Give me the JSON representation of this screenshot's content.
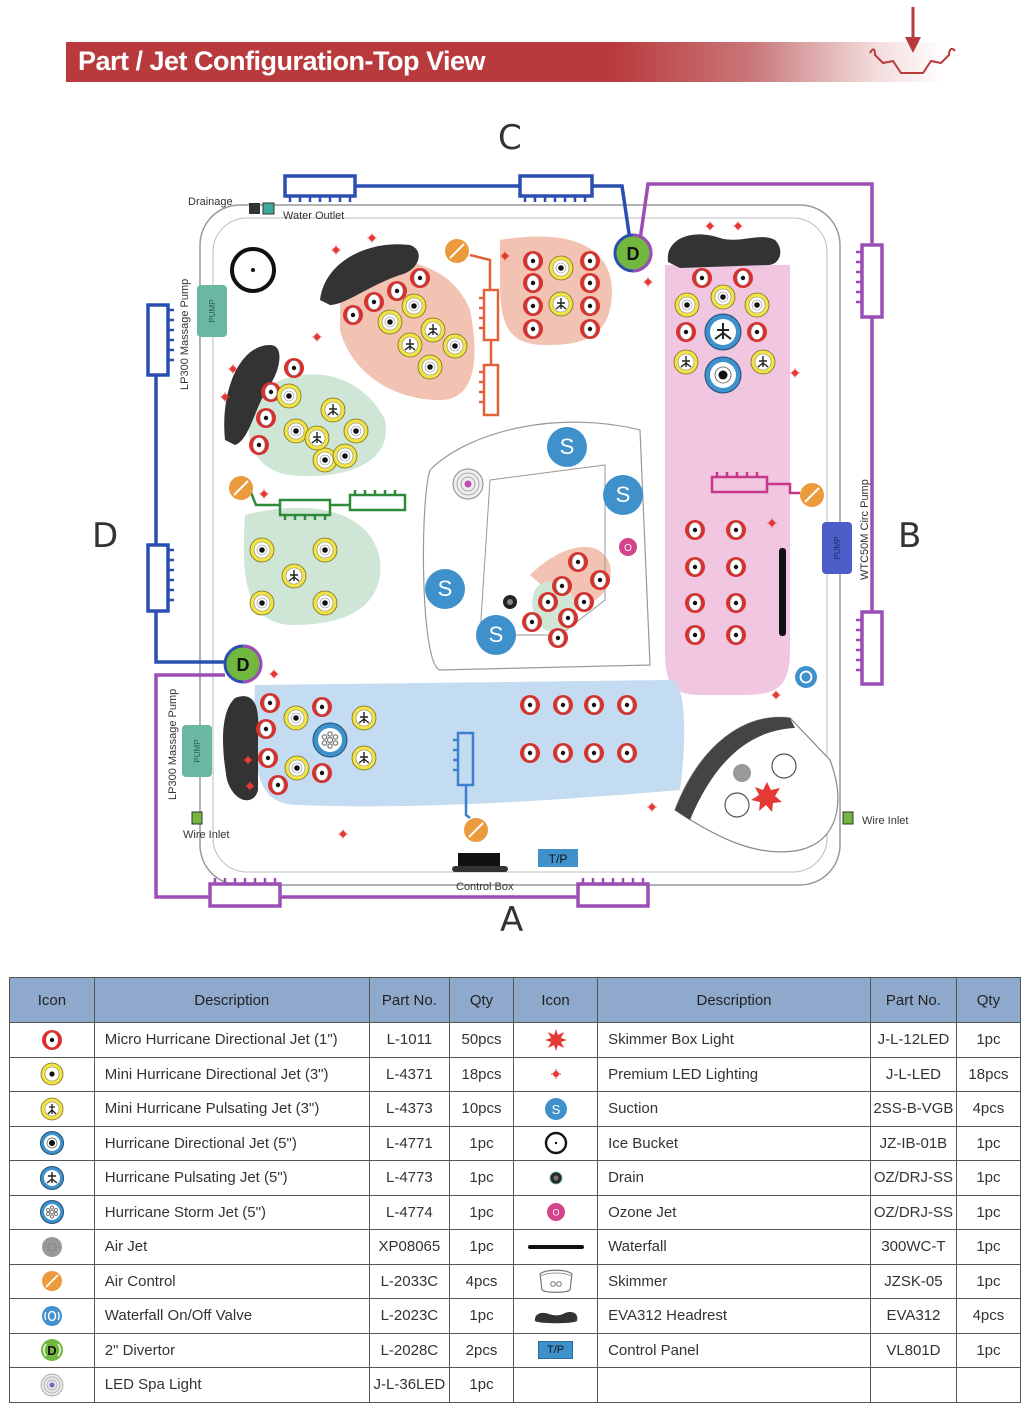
{
  "header": {
    "title": "Part / Jet Configuration-Top View",
    "banner_color": "#b93a3c",
    "corner_icon": "spa-depth-arrow-icon"
  },
  "diagram": {
    "sides": {
      "top": "C",
      "right": "B",
      "bottom": "A",
      "left": "D"
    },
    "labels": {
      "drainage": "Drainage",
      "water_outlet": "Water Outlet",
      "lp300_top": "LP300 Massage Pump",
      "lp300_bottom": "LP300 Massage Pump",
      "wtc50m": "WTC50M Circ Pump",
      "pump": "PUMP",
      "wire_inlet_left": "Wire Inlet",
      "wire_inlet_right": "Wire Inlet",
      "control_box": "Control Box",
      "control_panel": "T/P",
      "divertor": "D",
      "suction": "S",
      "ozone": "O"
    },
    "colors": {
      "blue_line": "#2b4fb0",
      "purple_line": "#9b4fb5",
      "orange_line": "#e0623a",
      "green_line": "#2e8b3a",
      "magenta_line": "#c8378a",
      "salmon_zone": "#f2c3b3",
      "green_zone": "#cfe5d6",
      "pink_zone": "#f0c6e0",
      "blue_zone": "#c4dcf2",
      "jet_red": "#d9302c",
      "jet_yellow": "#f0e347",
      "jet_blue": "#3f91cc",
      "suction_blue": "#3f91cc",
      "air_orange": "#eb9a3c",
      "divertor_green": "#72b83f",
      "pump_teal": "#6bb8a2",
      "pump_blue": "#4c5dc7",
      "headrest": "#333333",
      "ozone_pink": "#d2448c",
      "light_red": "#e53935"
    }
  },
  "legend": {
    "headers": [
      "Icon",
      "Description",
      "Part No.",
      "Qty"
    ],
    "left": [
      {
        "icon": "micro-hurricane-directional-jet-icon",
        "description": "Micro Hurricane Directional Jet (1\")",
        "part_no": "L-1011",
        "qty": "50pcs"
      },
      {
        "icon": "mini-hurricane-directional-jet-icon",
        "description": "Mini Hurricane Directional Jet (3\")",
        "part_no": "L-4371",
        "qty": "18pcs"
      },
      {
        "icon": "mini-hurricane-pulsating-jet-icon",
        "description": "Mini Hurricane Pulsating Jet (3\")",
        "part_no": "L-4373",
        "qty": "10pcs"
      },
      {
        "icon": "hurricane-directional-jet-icon",
        "description": "Hurricane Directional Jet (5\")",
        "part_no": "L-4771",
        "qty": "1pc"
      },
      {
        "icon": "hurricane-pulsating-jet-icon",
        "description": "Hurricane Pulsating Jet (5\")",
        "part_no": "L-4773",
        "qty": "1pc"
      },
      {
        "icon": "hurricane-storm-jet-icon",
        "description": "Hurricane Storm Jet (5\")",
        "part_no": "L-4774",
        "qty": "1pc"
      },
      {
        "icon": "air-jet-icon",
        "description": "Air Jet",
        "part_no": "XP08065",
        "qty": "1pc"
      },
      {
        "icon": "air-control-icon",
        "description": "Air Control",
        "part_no": "L-2033C",
        "qty": "4pcs"
      },
      {
        "icon": "waterfall-valve-icon",
        "description": "Waterfall On/Off Valve",
        "part_no": "L-2023C",
        "qty": "1pc"
      },
      {
        "icon": "divertor-icon",
        "description": "2\" Divertor",
        "part_no": "L-2028C",
        "qty": "2pcs"
      },
      {
        "icon": "led-spa-light-icon",
        "description": "LED Spa Light",
        "part_no": "J-L-36LED",
        "qty": "1pc"
      }
    ],
    "right": [
      {
        "icon": "skimmer-box-light-icon",
        "description": "Skimmer Box Light",
        "part_no": "J-L-12LED",
        "qty": "1pc"
      },
      {
        "icon": "premium-led-icon",
        "description": "Premium LED Lighting",
        "part_no": "J-L-LED",
        "qty": "18pcs"
      },
      {
        "icon": "suction-icon",
        "description": "Suction",
        "part_no": "2SS-B-VGB",
        "qty": "4pcs"
      },
      {
        "icon": "ice-bucket-icon",
        "description": "Ice Bucket",
        "part_no": "JZ-IB-01B",
        "qty": "1pc"
      },
      {
        "icon": "drain-icon",
        "description": "Drain",
        "part_no": "OZ/DRJ-SS",
        "qty": "1pc"
      },
      {
        "icon": "ozone-jet-icon",
        "description": "Ozone Jet",
        "part_no": "OZ/DRJ-SS",
        "qty": "1pc"
      },
      {
        "icon": "waterfall-icon",
        "description": "Waterfall",
        "part_no": "300WC-T",
        "qty": "1pc"
      },
      {
        "icon": "skimmer-icon",
        "description": "Skimmer",
        "part_no": "JZSK-05",
        "qty": "1pc"
      },
      {
        "icon": "headrest-icon",
        "description": "EVA312 Headrest",
        "part_no": "EVA312",
        "qty": "4pcs"
      },
      {
        "icon": "control-panel-icon",
        "description": "Control Panel",
        "part_no": "VL801D",
        "qty": "1pc",
        "icon_text": "T/P"
      },
      {
        "icon": "",
        "description": "",
        "part_no": "",
        "qty": ""
      }
    ]
  }
}
